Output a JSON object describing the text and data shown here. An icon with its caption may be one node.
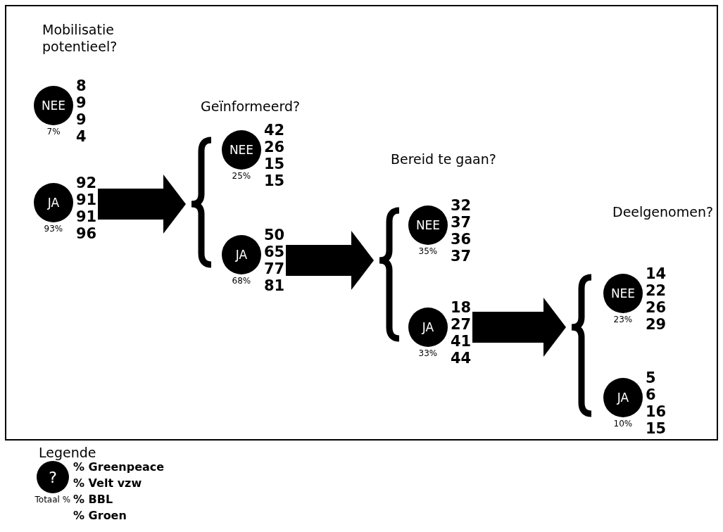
{
  "diagram": {
    "nodes": [
      {
        "text": [
          "NEE"
        ],
        "beside": [
          "7%",
          "8",
          "9",
          "9",
          "4"
        ]
      },
      {
        "text": [
          "JA"
        ],
        "beside": [
          "93%",
          "92",
          "91",
          "91",
          "96"
        ]
      },
      {
        "text": [],
        "shape": "bracket"
      },
      {
        "text": [
          "NEE"
        ],
        "beside": [
          "25%",
          "42",
          "26",
          "15",
          "15"
        ]
      },
      {
        "text": [
          "JA"
        ],
        "beside": [
          "68%",
          "50",
          "65",
          "77",
          "81"
        ]
      },
      {
        "text": [],
        "shape": "bracket"
      },
      {
        "text": [
          "NEE"
        ],
        "beside": [
          "35%",
          "32",
          "37",
          "36",
          "37"
        ]
      },
      {
        "text": [
          "JA"
        ],
        "beside": [
          "33%",
          "18",
          "27",
          "41",
          "44"
        ]
      },
      {
        "text": [],
        "shape": "bracket"
      },
      {
        "text": [
          "NEE"
        ],
        "beside": [
          "23%",
          "14",
          "22",
          "26",
          "29"
        ]
      },
      {
        "text": [
          "JA"
        ],
        "beside": [
          "10%",
          "5",
          "6",
          "16",
          "15"
        ]
      },
      {
        "text": [
          "?"
        ],
        "beside": [
          "Totaal %"
        ]
      }
    ],
    "edges": [
      {
        "from": 1,
        "to": 2,
        "arrow": "to"
      },
      {
        "from": 4,
        "to": 5,
        "arrow": "to"
      },
      {
        "from": 7,
        "to": 8,
        "arrow": "to"
      }
    ],
    "labels": [
      "Mobilisatie potentieel?",
      "Geïnformeerd?",
      "Bereid te gaan?",
      "Deelgenomen?",
      "Legende"
    ],
    "legend": [
      {
        "text": "% Greenpeace"
      },
      {
        "text": "% Velt vzw"
      },
      {
        "text": "% BBL"
      },
      {
        "text": "% Groen"
      }
    ]
  }
}
